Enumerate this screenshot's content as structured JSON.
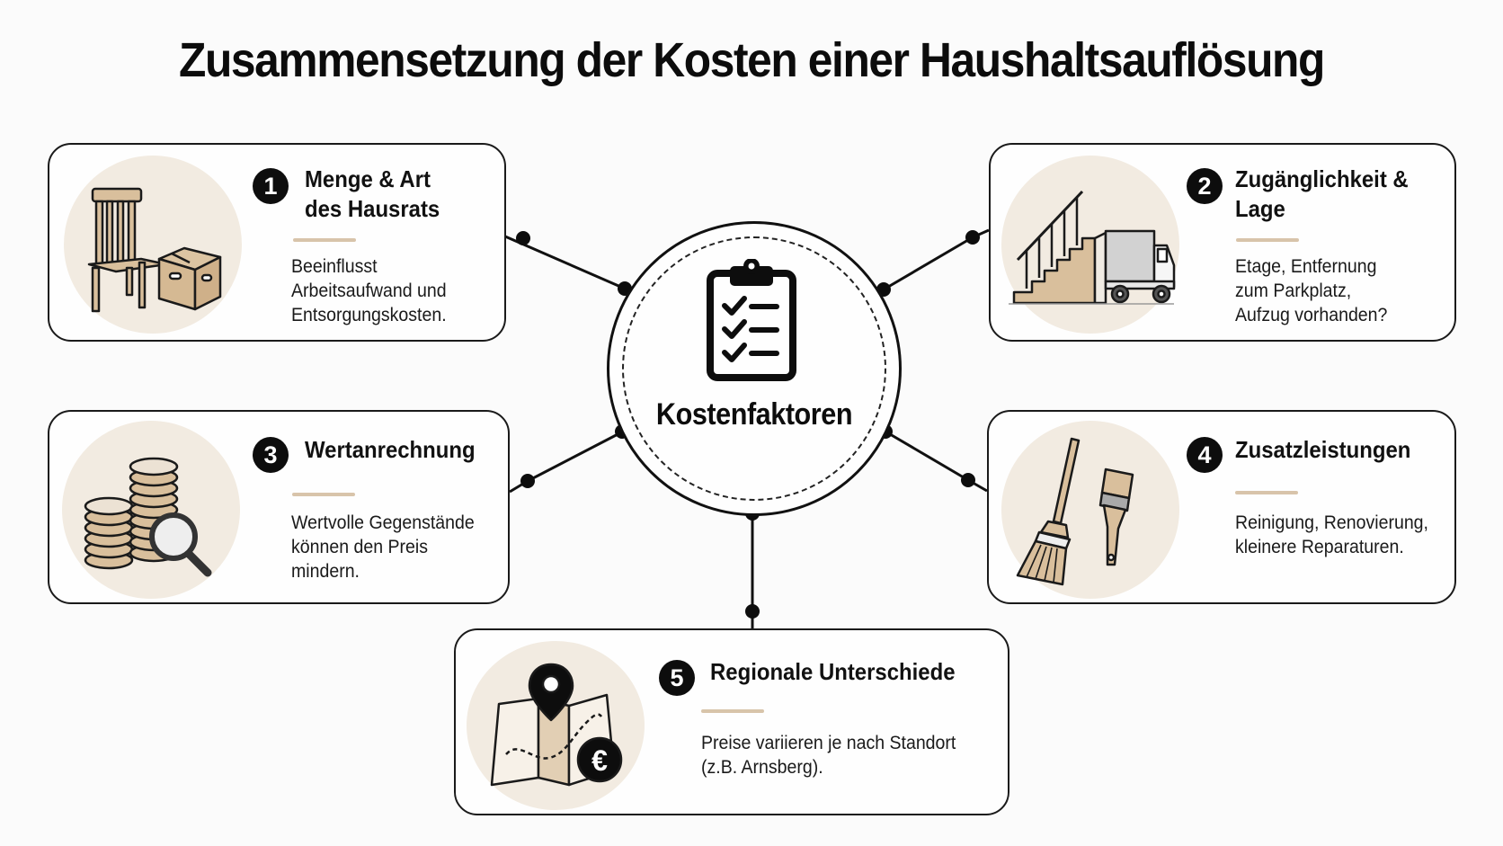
{
  "header": {
    "title": "Zusammensetzung der Kosten einer Haushaltsauflösung"
  },
  "hub": {
    "label": "Kostenfaktoren",
    "icon": "clipboard-checklist-icon"
  },
  "colors": {
    "ink": "#111111",
    "accent_divider": "#d8c4aa",
    "icon_circle_bg": "#f2ebe1",
    "wood": "#d9bf9c",
    "card_bg": "#fefefe",
    "page_bg": "#fbfbfb"
  },
  "factors": [
    {
      "number": "1",
      "title_line1": "Menge & Art",
      "title_line2": "des Hausrats",
      "desc_line1": "Beeinflusst",
      "desc_line2": "Arbeitsaufwand und",
      "desc_line3": "Entsorgungskosten.",
      "icon": "chair-and-box-icon"
    },
    {
      "number": "2",
      "title_line1": "Zugänglichkeit &",
      "title_line2": "Lage",
      "desc_line1": "Etage, Entfernung",
      "desc_line2": "zum Parkplatz,",
      "desc_line3": "Aufzug vorhanden?",
      "icon": "stairs-and-truck-icon"
    },
    {
      "number": "3",
      "title_line1": "Wertanrechnung",
      "desc_line1": "Wertvolle Gegenstände",
      "desc_line2": "können den Preis",
      "desc_line3": "mindern.",
      "icon": "coins-magnifier-icon"
    },
    {
      "number": "4",
      "title_line1": "Zusatzleistungen",
      "desc_line1": "Reinigung, Renovierung,",
      "desc_line2": "kleinere Reparaturen.",
      "icon": "broom-and-brush-icon"
    },
    {
      "number": "5",
      "title_line1": "Regionale Unterschiede",
      "desc_line1": "Preise variieren je nach Standort",
      "desc_line2": "(z.B. Arnsberg).",
      "icon": "map-pin-euro-icon"
    }
  ]
}
